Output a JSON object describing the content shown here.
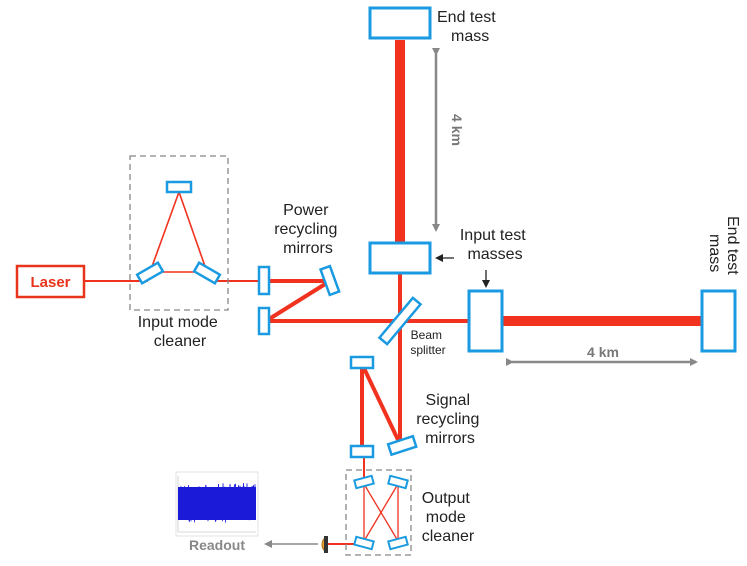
{
  "labels": {
    "end_test_mass_top": [
      "End test",
      "mass"
    ],
    "end_test_mass_right": [
      "End test",
      "mass"
    ],
    "input_test_masses": [
      "Input test",
      "masses"
    ],
    "power_recycling": [
      "Power",
      "recycling",
      "mirrors"
    ],
    "input_mode_cleaner": [
      "Input mode",
      "cleaner"
    ],
    "beam_splitter": [
      "Beam",
      "splitter"
    ],
    "signal_recycling": [
      "Signal",
      "recycling",
      "mirrors"
    ],
    "output_mode_cleaner": [
      "Output",
      "mode",
      "cleaner"
    ],
    "laser": "Laser",
    "readout": "Readout",
    "arm_length_vertical": "4 km",
    "arm_length_horizontal": "4 km"
  },
  "colors": {
    "beam": "#f0321e",
    "mirror": "#1a9ae0",
    "laser_box": "#e8341c",
    "dimension_arrow": "#888888",
    "dashed_box": "#888888",
    "readout_noise": "#1a1ad8",
    "photodetector": "#e8a030"
  },
  "icons": {
    "readout_signal": "noise-waveform-icon",
    "photodetector": "photodiode-icon"
  }
}
